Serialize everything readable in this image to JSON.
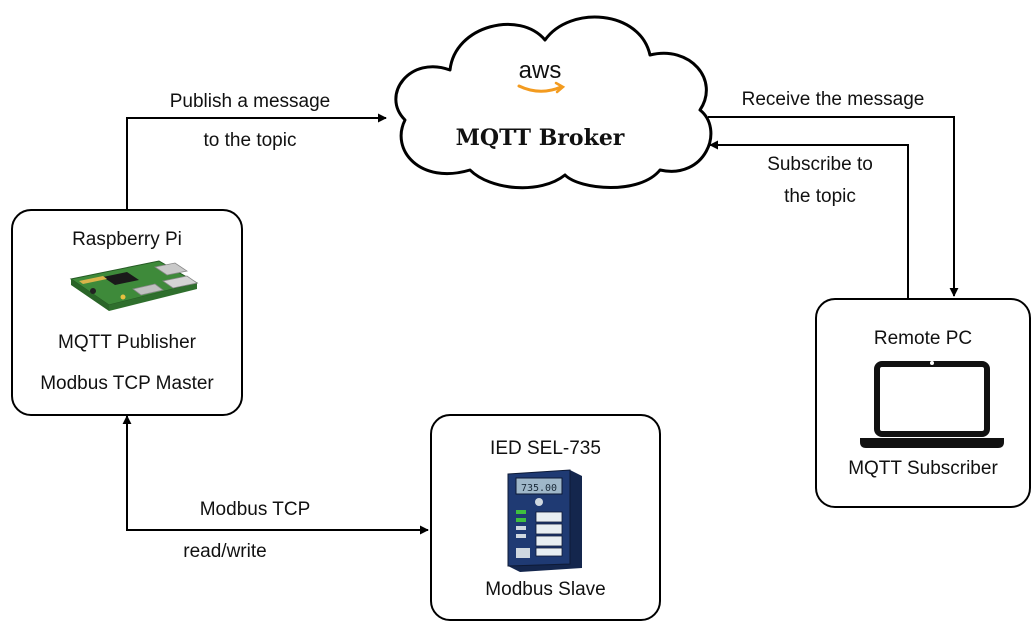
{
  "broker": {
    "brand": "aws",
    "title": "MQTT Broker"
  },
  "raspberry": {
    "title": "Raspberry Pi",
    "role1": "MQTT Publisher",
    "role2": "Modbus TCP Master"
  },
  "remote_pc": {
    "title": "Remote PC",
    "role": "MQTT Subscriber"
  },
  "ied": {
    "title": "IED SEL-735",
    "role": "Modbus Slave",
    "display_text": "735.00"
  },
  "edges": {
    "publish_line1": "Publish a message",
    "publish_line2": "to the topic",
    "receive": "Receive the message",
    "subscribe_line1": "Subscribe to",
    "subscribe_line2": "the topic",
    "modbus_line1": "Modbus TCP",
    "modbus_line2": "read/write"
  },
  "colors": {
    "aws_orange": "#f39b1f",
    "ied_body": "#1f3a73",
    "board_green": "#3e8a3a"
  }
}
